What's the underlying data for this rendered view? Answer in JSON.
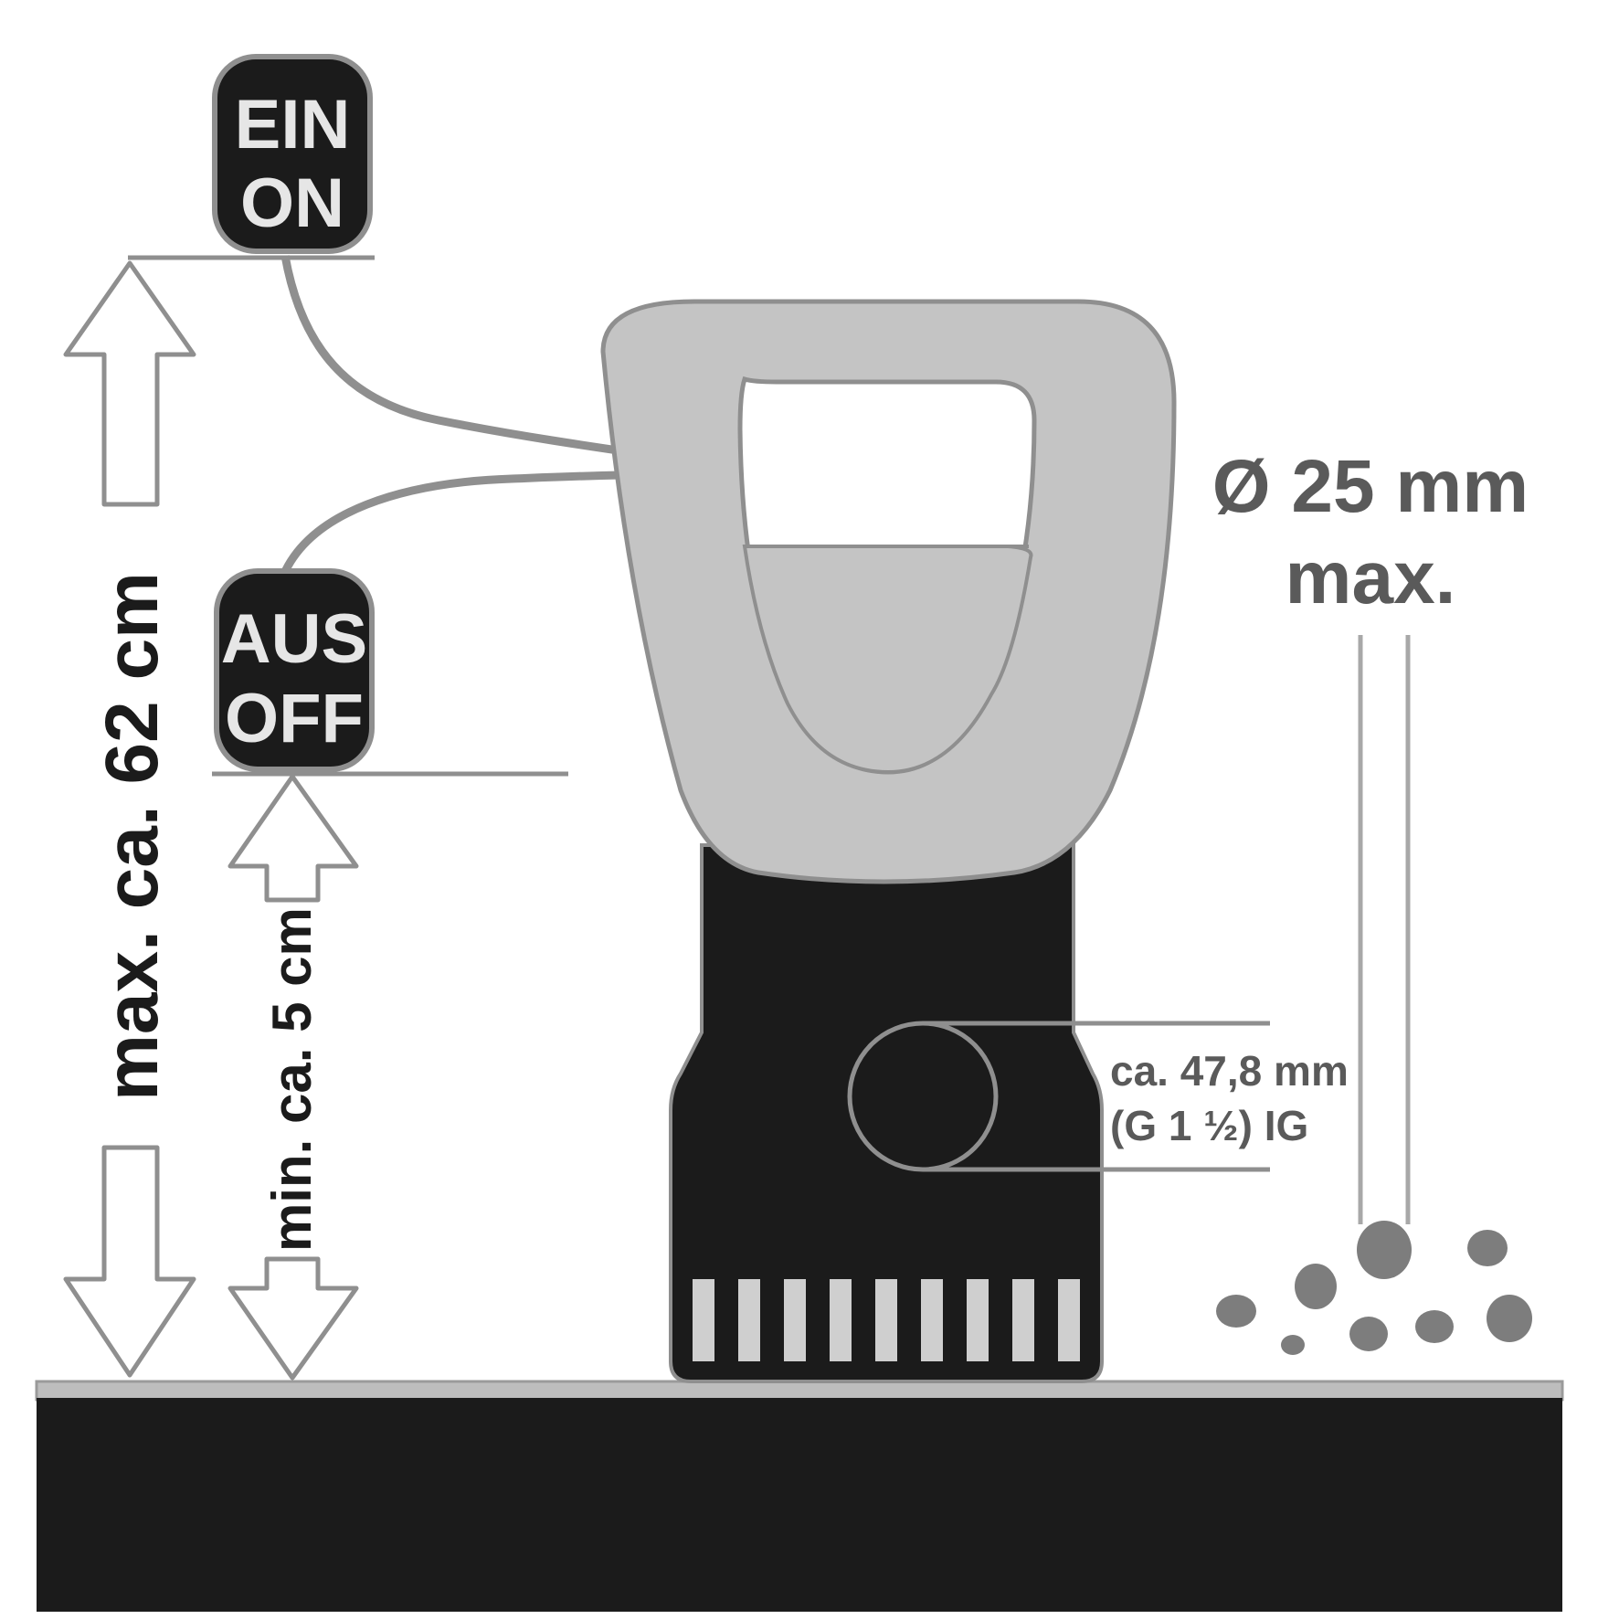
{
  "float_switch_on": {
    "line1": "EIN",
    "line2": "ON"
  },
  "float_switch_off": {
    "line1": "AUS",
    "line2": "OFF"
  },
  "switch_range_label": "max. ca. 62 cm",
  "min_level_label": "min. ca. 5 cm",
  "particle_size": {
    "line1": "Ø 25 mm",
    "line2": "max."
  },
  "outlet": {
    "line1": "ca. 47,8 mm",
    "line2": "(G 1 ½) IG"
  },
  "colors": {
    "dark": "#1b1b1b",
    "pump_grey": "#c4c4c4",
    "line_grey": "#8f8f8f",
    "stripe": "#cfcfcf",
    "stone": "#7d7d7d"
  }
}
